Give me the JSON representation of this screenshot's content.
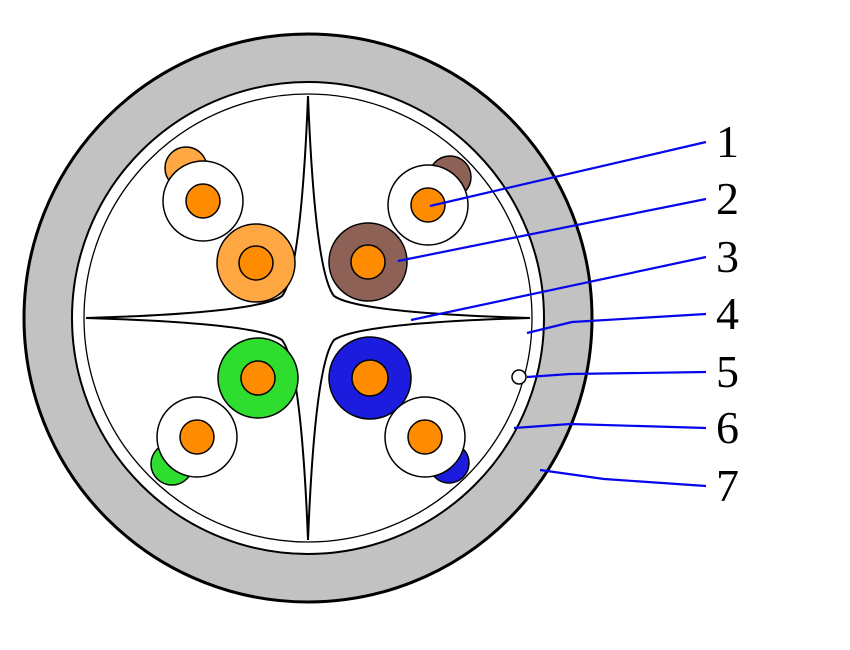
{
  "colors": {
    "jacket": "#c2c2c2",
    "white": "#ffffff",
    "conductor": "#ff8c00",
    "orange_wire": "#ffa742",
    "brown_wire": "#8e6156",
    "green_wire": "#2edd2e",
    "blue_wire": "#1c1cdf",
    "leader": "#0606ee"
  },
  "labels": [
    {
      "text": "1"
    },
    {
      "text": "2"
    },
    {
      "text": "3"
    },
    {
      "text": "4"
    },
    {
      "text": "5"
    },
    {
      "text": "6"
    },
    {
      "text": "7"
    }
  ]
}
